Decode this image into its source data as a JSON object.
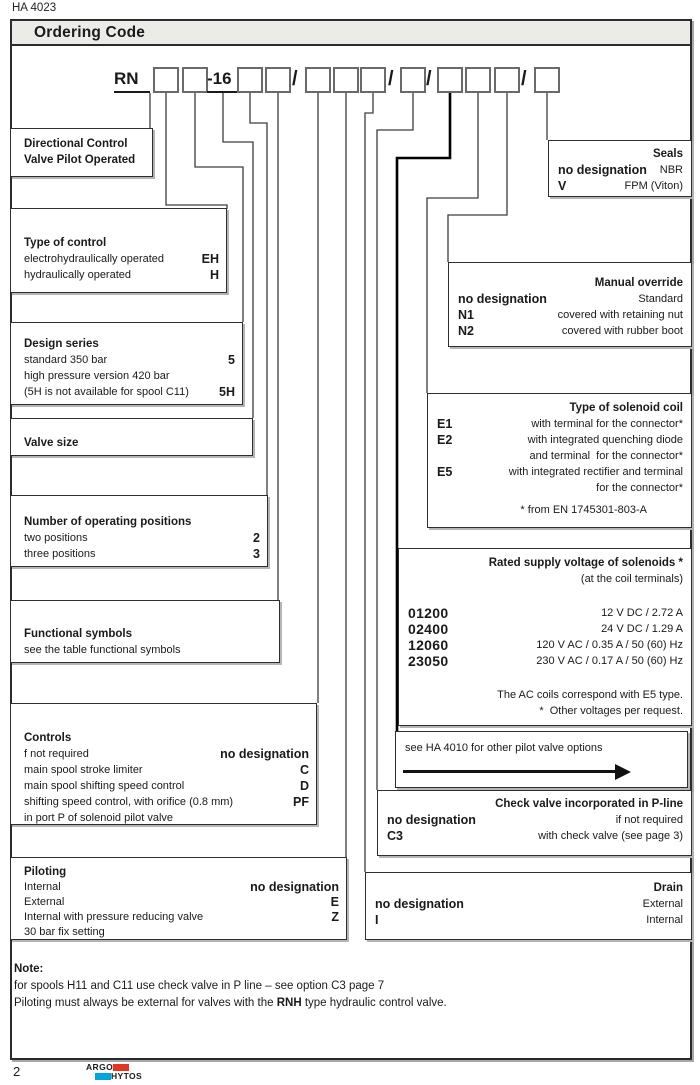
{
  "doc_code": "HA 4023",
  "header": {
    "title": "Ordering Code"
  },
  "ordering_code": {
    "segments": [
      {
        "type": "text",
        "value": "RN",
        "underline": true
      },
      {
        "type": "box"
      },
      {
        "type": "box"
      },
      {
        "type": "text",
        "value": "-16",
        "underline": true
      },
      {
        "type": "box"
      },
      {
        "type": "box"
      },
      {
        "type": "sep",
        "value": "/"
      },
      {
        "type": "box"
      },
      {
        "type": "box"
      },
      {
        "type": "box"
      },
      {
        "type": "sep",
        "value": "/"
      },
      {
        "type": "box"
      },
      {
        "type": "sep",
        "value": "/"
      },
      {
        "type": "box"
      },
      {
        "type": "box"
      },
      {
        "type": "box"
      },
      {
        "type": "sep",
        "value": "/"
      },
      {
        "type": "box"
      }
    ]
  },
  "sections": [
    {
      "id": "directional",
      "title_lines": [
        "Directional Control",
        "Valve Pilot Operated"
      ],
      "rows": []
    },
    {
      "id": "type_of_control",
      "title": "Type of control",
      "rows": [
        {
          "label": "electrohydraulically operated",
          "code": "EH"
        },
        {
          "label": "hydraulically operated",
          "code": "H"
        }
      ]
    },
    {
      "id": "design_series",
      "title": "Design series",
      "rows": [
        {
          "label": "standard 350 bar",
          "code": "5"
        },
        {
          "label": "high pressure version 420 bar",
          "code": ""
        },
        {
          "label": "(5H is not available for spool C11)",
          "code": "5H"
        }
      ]
    },
    {
      "id": "valve_size",
      "title": "Valve size",
      "rows": []
    },
    {
      "id": "positions",
      "title": "Number of operating positions",
      "rows": [
        {
          "label": "two positions",
          "code": "2"
        },
        {
          "label": "three positions",
          "code": "3"
        }
      ]
    },
    {
      "id": "functional",
      "title": "Functional symbols",
      "rows": [
        {
          "label": "see the table functional symbols",
          "code": ""
        }
      ]
    },
    {
      "id": "controls",
      "title": "Controls",
      "rows": [
        {
          "label": "f not required",
          "code": "no designation"
        },
        {
          "label": "main spool stroke limiter",
          "code": "C"
        },
        {
          "label": "main spool shifting speed control",
          "code": "D"
        },
        {
          "label": "shifting speed control, with orifice (0.8 mm)",
          "code": "PF"
        },
        {
          "label": "in port P of solenoid pilot valve",
          "code": ""
        }
      ]
    },
    {
      "id": "piloting",
      "title": "Piloting",
      "rows": [
        {
          "label": "Internal",
          "code": "no designation"
        },
        {
          "label": "External",
          "code": "E"
        },
        {
          "label": "Internal with pressure reducing valve",
          "code": "Z"
        },
        {
          "label": "30 bar fix setting",
          "code": ""
        }
      ]
    },
    {
      "id": "seals",
      "title": "Seals",
      "rows": [
        {
          "code": "no designation",
          "label": "NBR"
        },
        {
          "code": "V",
          "label": "FPM (Viton)"
        }
      ]
    },
    {
      "id": "manual_override",
      "title": "Manual override",
      "rows": [
        {
          "code": "no designation",
          "label": "Standard"
        },
        {
          "code": "N1",
          "label": "covered with retaining nut"
        },
        {
          "code": "N2",
          "label": "covered with rubber boot"
        }
      ]
    },
    {
      "id": "coil",
      "title": "Type of solenoid coil",
      "rows": [
        {
          "code": "E1",
          "label": "with terminal for the connector*"
        },
        {
          "code": "E2",
          "label": "with integrated quenching diode"
        },
        {
          "code": "",
          "label": "and terminal  for the connector*"
        },
        {
          "code": "E5",
          "label": "with integrated rectifier and terminal"
        },
        {
          "code": "",
          "label": "for the connector*"
        }
      ],
      "notes": [
        "* from EN 1745301-803-A"
      ]
    },
    {
      "id": "voltage",
      "title": "Rated supply voltage of solenoids *",
      "subtitle": "(at the coil terminals)",
      "rows": [
        {
          "code": "01200",
          "label": "12 V DC / 2.72 A"
        },
        {
          "code": "02400",
          "label": "24 V DC / 1.29 A"
        },
        {
          "code": "12060",
          "label": "120 V AC / 0.35 A / 50 (60) Hz"
        },
        {
          "code": "23050",
          "label": "230 V AC / 0.17 A / 50 (60) Hz"
        }
      ],
      "notes": [
        "The AC coils correspond with E5 type.",
        "*  Other voltages per request."
      ]
    },
    {
      "id": "ha4010",
      "arrow_text": "see HA 4010 for other pilot valve options"
    },
    {
      "id": "check_valve",
      "title": "Check valve incorporated in P-line",
      "rows": [
        {
          "code": "no designation",
          "label": "if not required"
        },
        {
          "code": "C3",
          "label": "with check valve (see page 3)"
        }
      ]
    },
    {
      "id": "drain",
      "title": "Drain",
      "rows": [
        {
          "code": "no designation",
          "label": "External"
        },
        {
          "code": "I",
          "label": "Internal"
        }
      ]
    }
  ],
  "note": {
    "label": "Note:",
    "lines": [
      [
        {
          "text": "for spools H11 and C11 use check valve in P line – see option C3 page 7"
        }
      ],
      [
        {
          "text": "Piloting must always be external for valves with the "
        },
        {
          "text": "RNH",
          "bold": true
        },
        {
          "text": " type hydraulic control valve."
        }
      ]
    ]
  },
  "footer": {
    "page_number": "2",
    "logo": {
      "line1": "ARGO",
      "line2": "HYTOS"
    }
  },
  "colors": {
    "header_bg": "#ebebe8",
    "logo_red": "#e63323",
    "logo_cyan": "#00a5dc",
    "line": "#3d3d3d",
    "bold_line": "#000000"
  }
}
